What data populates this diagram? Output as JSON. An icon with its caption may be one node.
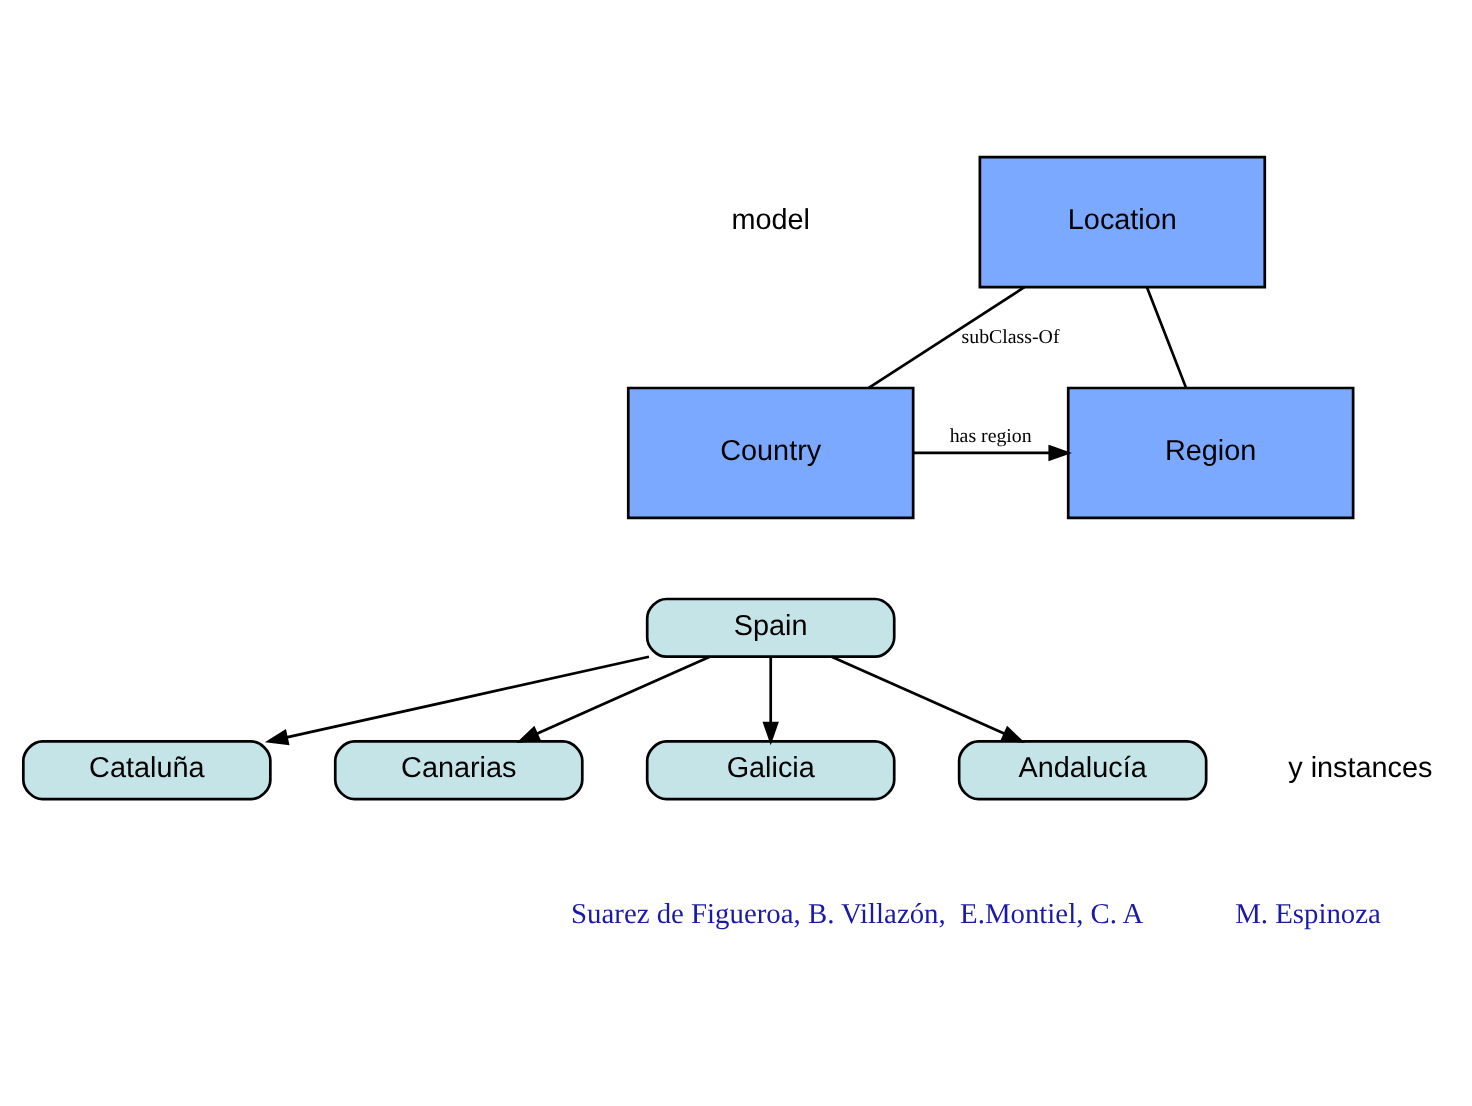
{
  "diagram": {
    "nodes": [
      {
        "text": [
          "Location"
        ]
      },
      {
        "text": [
          "Country"
        ]
      },
      {
        "text": [
          "Region"
        ]
      },
      {
        "text": [
          "Spain"
        ]
      },
      {
        "text": [
          "Cataluña"
        ]
      },
      {
        "text": [
          "Canarias"
        ]
      },
      {
        "text": [
          "Galicia"
        ]
      },
      {
        "text": [
          "Andalucía"
        ]
      }
    ],
    "edges": [
      {
        "from": 1,
        "to": 0,
        "arrow": "none",
        "label": "subClass-Of"
      },
      {
        "from": 2,
        "to": 0,
        "arrow": "none"
      },
      {
        "from": 1,
        "to": 2,
        "arrow": "to",
        "label": "has region"
      },
      {
        "from": 3,
        "to": 4,
        "arrow": "to"
      },
      {
        "from": 3,
        "to": 5,
        "arrow": "to"
      },
      {
        "from": 3,
        "to": 6,
        "arrow": "to"
      },
      {
        "from": 3,
        "to": 7,
        "arrow": "to"
      }
    ],
    "labels": [
      "model",
      "y instances",
      "Suarez de Figueroa, B. Villazón,  E.Montiel, C. A",
      "M. Espinoza"
    ]
  }
}
